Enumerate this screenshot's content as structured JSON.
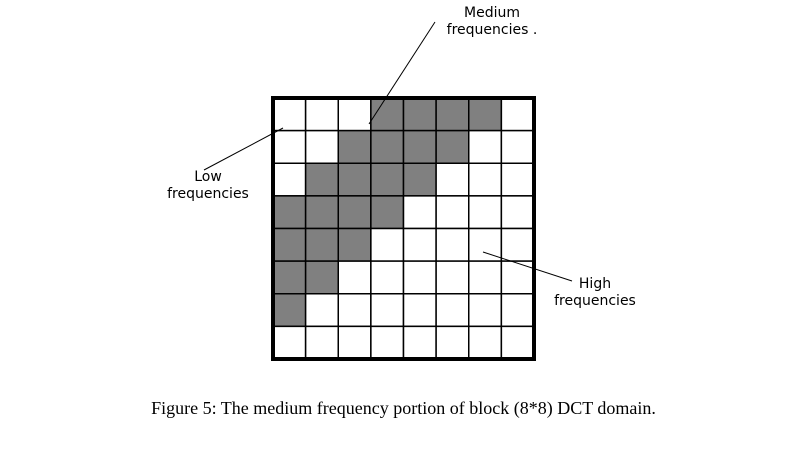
{
  "labels": {
    "medium": [
      "Medium",
      "frequencies ."
    ],
    "low": [
      "Low",
      "frequencies"
    ],
    "high": [
      "High",
      "frequencies"
    ]
  },
  "caption": "Figure 5: The medium frequency portion of block (8*8) DCT domain.",
  "grid": {
    "rows": 8,
    "cols": 8,
    "shaded_color": "#808080",
    "shaded_cells": [
      [
        0,
        3
      ],
      [
        0,
        4
      ],
      [
        0,
        5
      ],
      [
        0,
        6
      ],
      [
        1,
        2
      ],
      [
        1,
        3
      ],
      [
        1,
        4
      ],
      [
        1,
        5
      ],
      [
        2,
        1
      ],
      [
        2,
        2
      ],
      [
        2,
        3
      ],
      [
        2,
        4
      ],
      [
        3,
        0
      ],
      [
        3,
        1
      ],
      [
        3,
        2
      ],
      [
        3,
        3
      ],
      [
        4,
        0
      ],
      [
        4,
        1
      ],
      [
        4,
        2
      ],
      [
        5,
        0
      ],
      [
        5,
        1
      ],
      [
        6,
        0
      ]
    ]
  },
  "colors": {
    "line": "#000000",
    "background": "#ffffff"
  }
}
